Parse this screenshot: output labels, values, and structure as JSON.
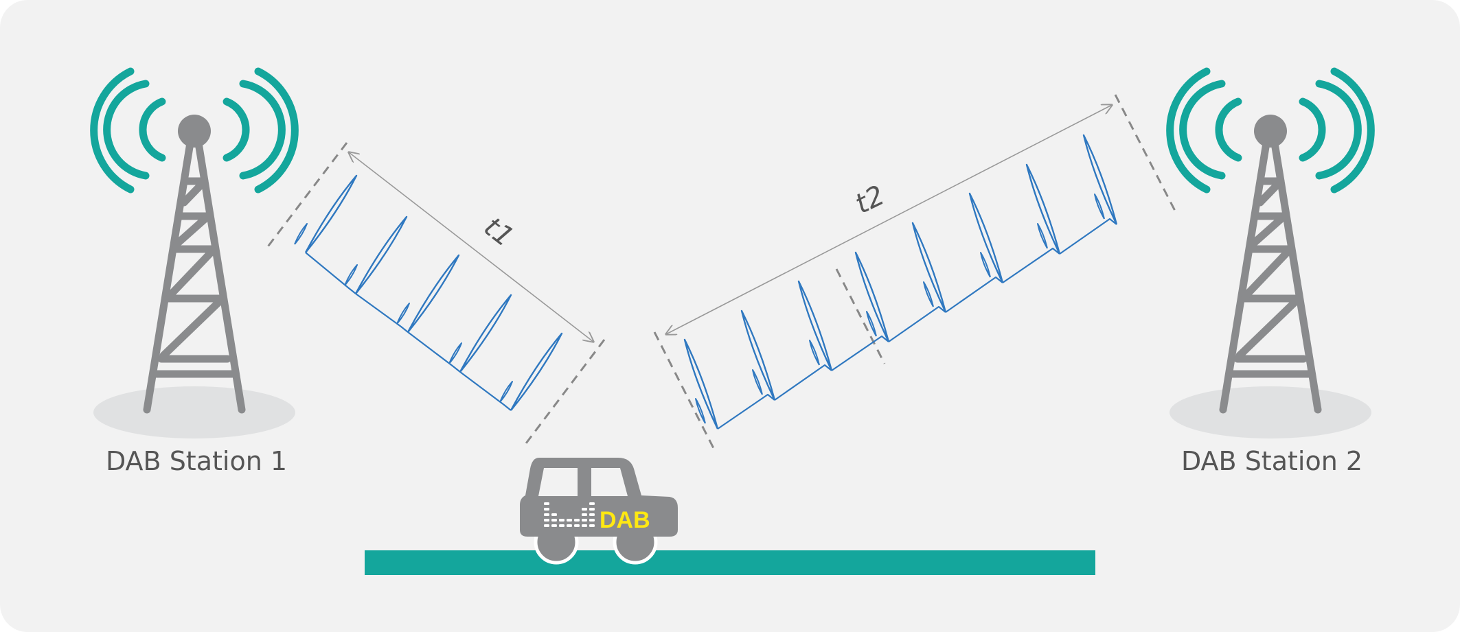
{
  "stations": [
    {
      "label": "DAB Station 1"
    },
    {
      "label": "DAB Station 2"
    }
  ],
  "signals": [
    {
      "label": "t1"
    },
    {
      "label": "t2"
    }
  ],
  "car": {
    "label": "DAB"
  },
  "colors": {
    "background": "#f2f2f2",
    "tower": "#8a8b8d",
    "waves": "#14a69c",
    "road": "#14a69c",
    "signal": "#2f78c0",
    "car_label": "#ffe812"
  }
}
